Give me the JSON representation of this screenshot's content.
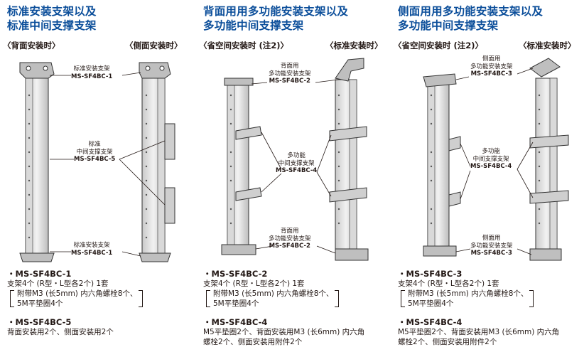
{
  "columns": [
    {
      "title_lines": [
        "标准安装支架以及",
        "标准中间支撑支架"
      ],
      "subtitle_left": "〈背面安装时〉",
      "subtitle_right": "〈侧面安装时〉",
      "callouts": [
        {
          "lines": [
            "标准安装支架"
          ],
          "model": "MS-SF4BC-1"
        },
        {
          "lines": [
            "标准",
            "中间支撑支架"
          ],
          "model": "MS-SF4BC-5"
        },
        {
          "lines": [
            "标准安装支架"
          ],
          "model": "MS-SF4BC-1"
        }
      ],
      "products": [
        {
          "name": "・MS-SF4BC-1",
          "desc": "支架4个 (R型・L型各2个) 1套",
          "bracket_lines": [
            "附带M3 (长5mm) 内六角螺栓8个、",
            "5M平垫圈4个"
          ]
        },
        {
          "name": "・MS-SF4BC-5",
          "desc": "背面安装用2个、侧面安装用2个",
          "bracket_lines": []
        }
      ]
    },
    {
      "title_lines": [
        "背面用用多功能安装支架以及",
        "多功能中间支撑支架"
      ],
      "subtitle_left": "〈省空间安装时 (注2)〉",
      "subtitle_right": "〈标准安装时〉",
      "callouts": [
        {
          "lines": [
            "背面用",
            "多功能安装支架"
          ],
          "model": "MS-SF4BC-2"
        },
        {
          "lines": [
            "多功能",
            "中间支撑支架"
          ],
          "model": "MS-SF4BC-4"
        },
        {
          "lines": [
            "背面用",
            "多功能安装支架"
          ],
          "model": "MS-SF4BC-2"
        }
      ],
      "products": [
        {
          "name": "・MS-SF4BC-2",
          "desc": "支架4个 (R型・L型各2个) 1套",
          "bracket_lines": [
            "附带M3 (长5mm) 内六角螺栓8个、",
            "5M平垫圈4个"
          ]
        },
        {
          "name": "・MS-SF4BC-4",
          "desc": "M5平垫圈2个、背面安装用M3 (长6mm) 内六角",
          "desc2": "螺栓2个、侧面安装用附件2个",
          "bracket_lines": []
        }
      ]
    },
    {
      "title_lines": [
        "侧面用用多功能安装支架以及",
        "多功能中间支撑支架"
      ],
      "subtitle_left": "〈省空间安装时 (注2)〉",
      "subtitle_right": "〈标准安装时〉",
      "callouts": [
        {
          "lines": [
            "侧面用",
            "多功能安装支架"
          ],
          "model": "MS-SF4BC-3"
        },
        {
          "lines": [
            "多功能",
            "中间支撑支架"
          ],
          "model": "MS-SF4BC-4"
        },
        {
          "lines": [
            "侧面用",
            "多功能安装支架"
          ],
          "model": "MS-SF4BC-3"
        }
      ],
      "products": [
        {
          "name": "・MS-SF4BC-3",
          "desc": "支架4个 (R型・L型各2个) 1套",
          "bracket_lines": [
            "附带M3 (长5mm) 内六角螺栓8个、",
            "5M平垫圈4个"
          ]
        },
        {
          "name": "・MS-SF4BC-4",
          "desc": "M5平垫圈2个、背面安装用M3 (长6mm) 内六角",
          "desc2": "螺栓2个、侧面安装用附件2个",
          "bracket_lines": []
        }
      ]
    }
  ]
}
